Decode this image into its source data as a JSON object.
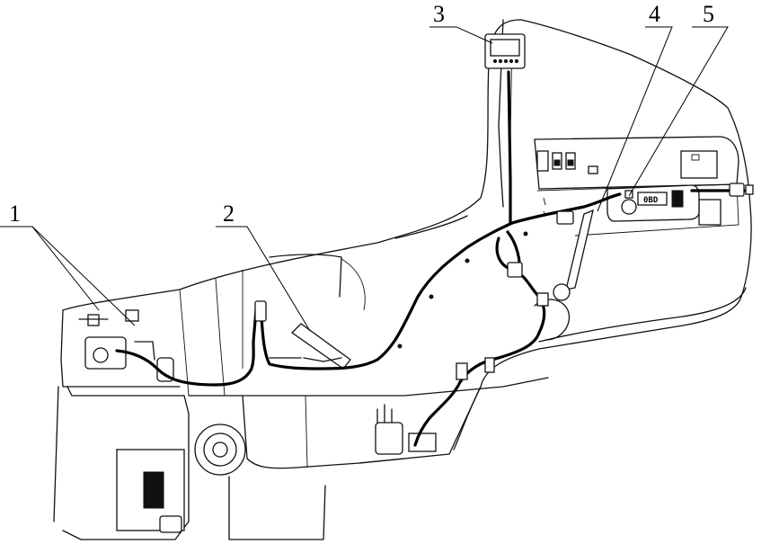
{
  "callouts": [
    {
      "id": "1",
      "label": "1"
    },
    {
      "id": "2",
      "label": "2"
    },
    {
      "id": "3",
      "label": "3"
    },
    {
      "id": "4",
      "label": "4"
    },
    {
      "id": "5",
      "label": "5"
    }
  ],
  "panel_display": "0BD"
}
